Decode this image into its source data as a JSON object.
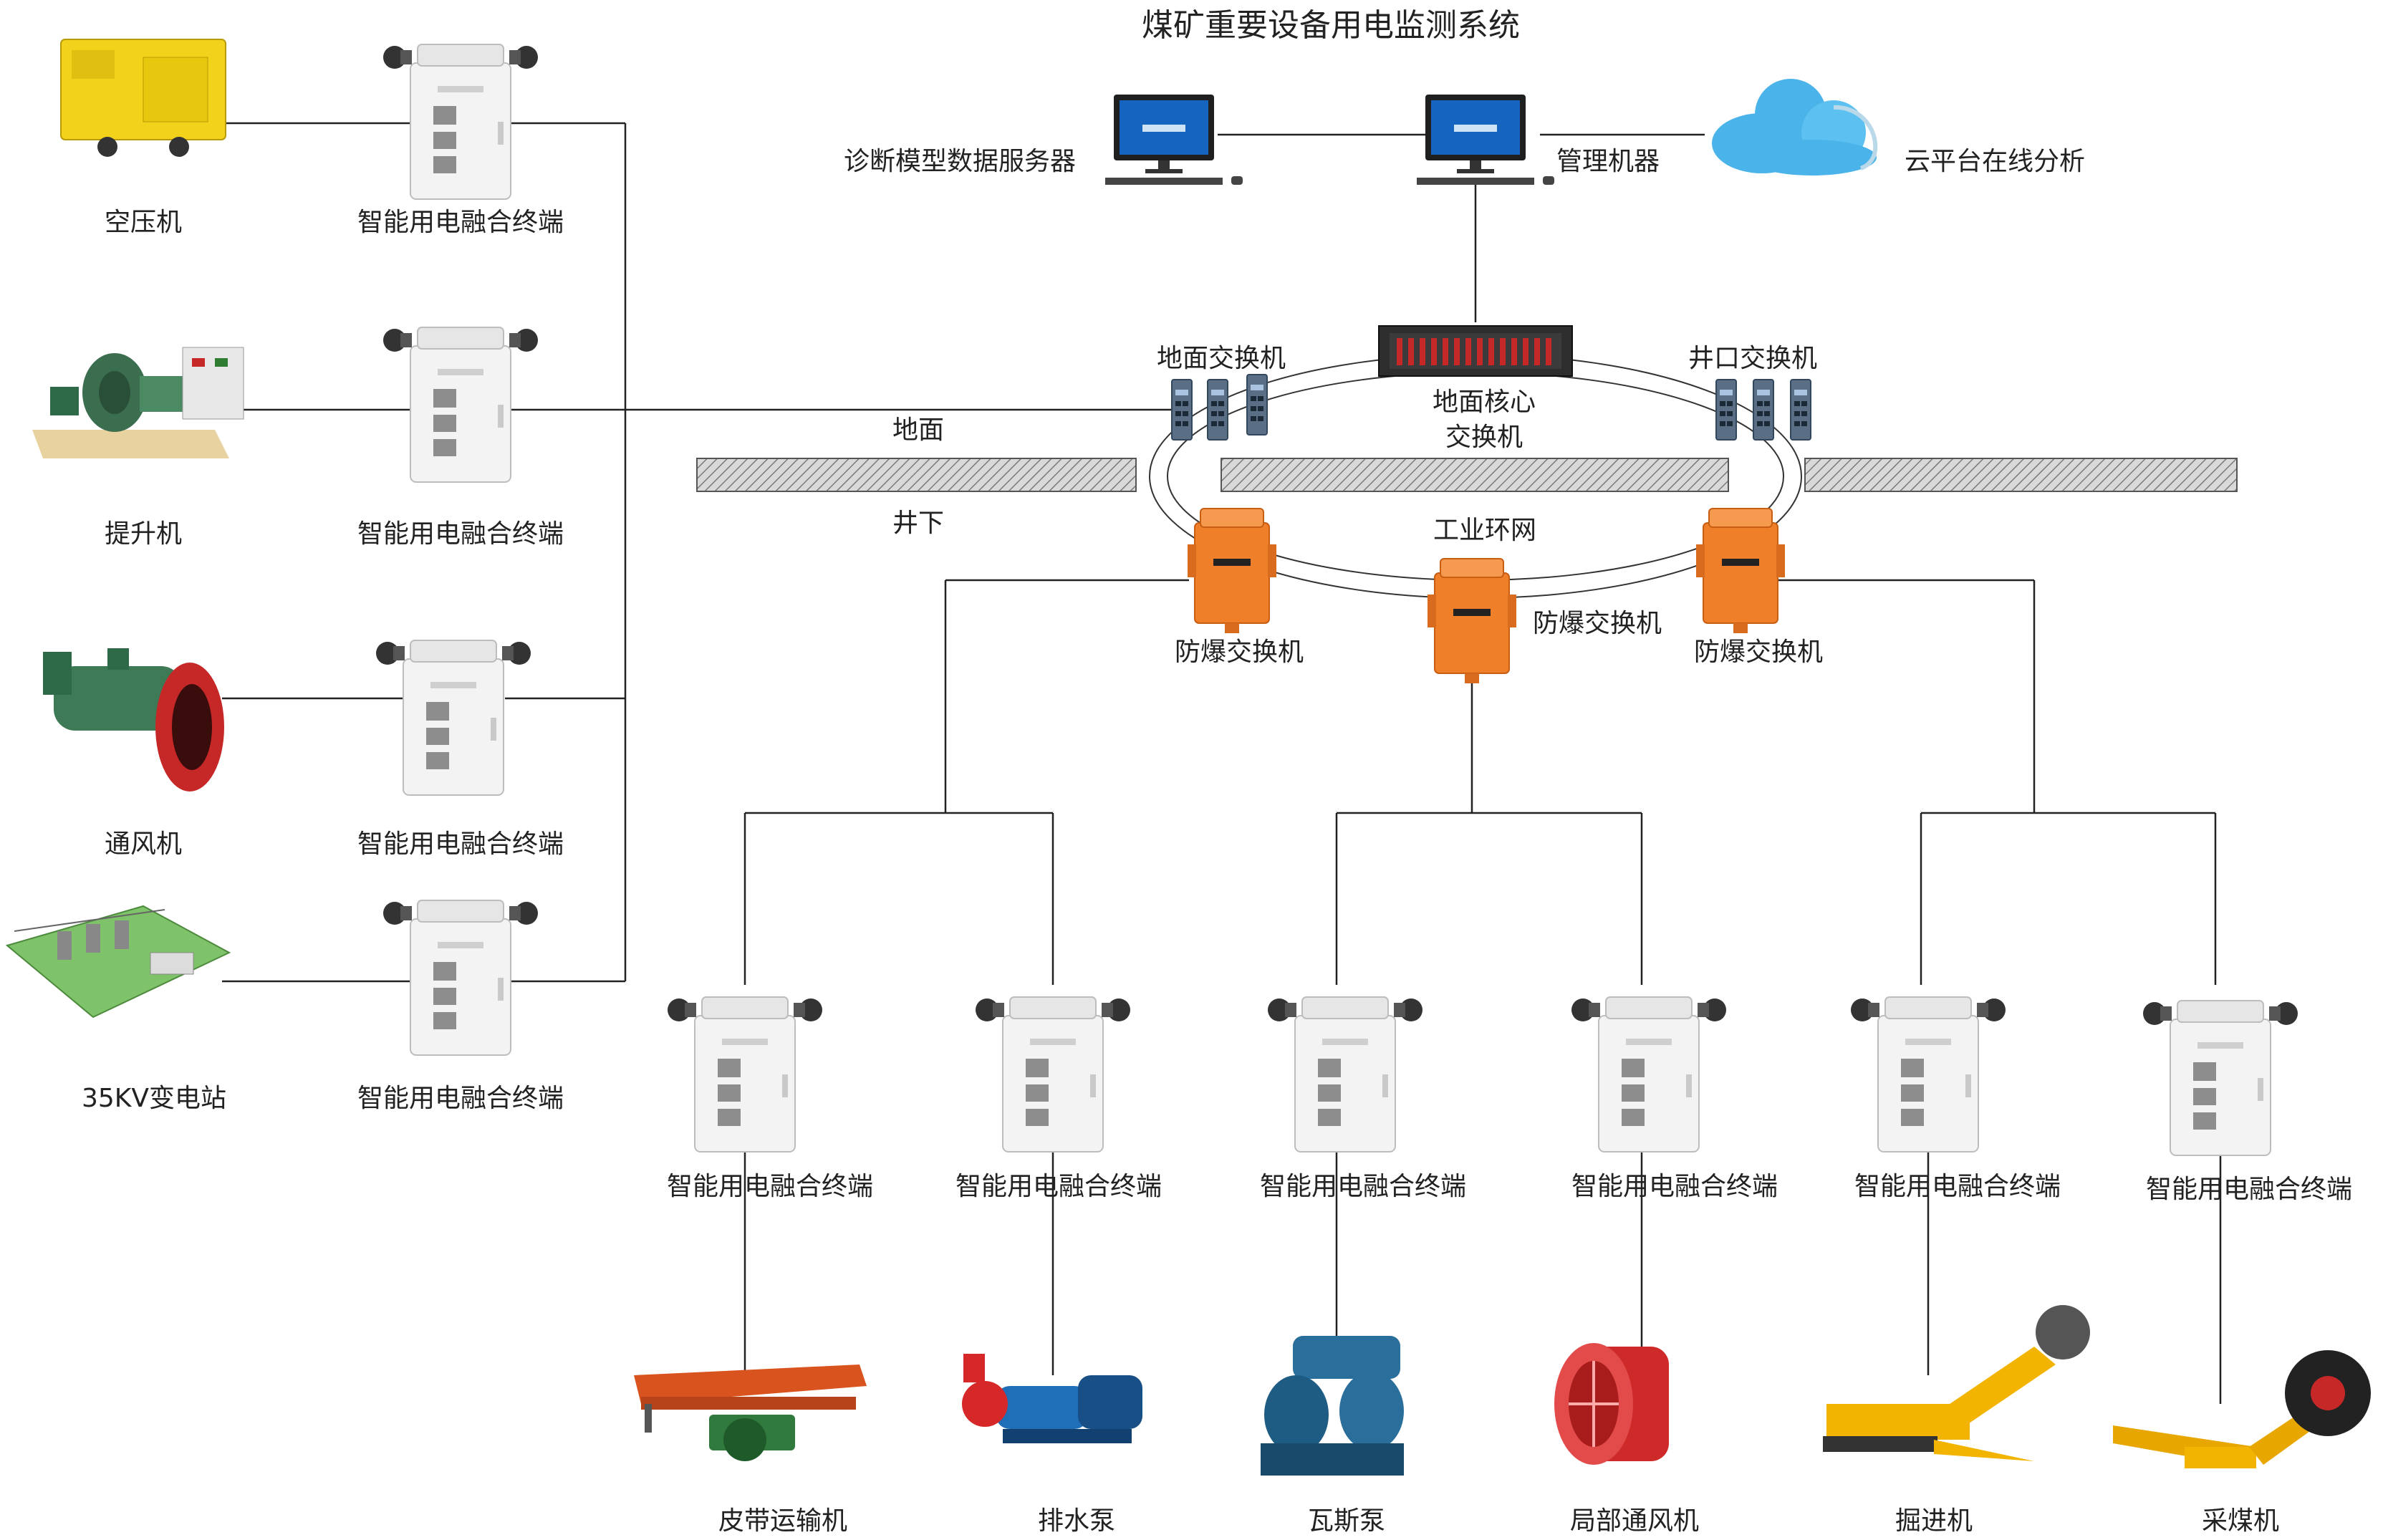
{
  "title": "煤矿重要设备用电监测系统",
  "surface": {
    "servers": [
      {
        "id": "diag",
        "label": "诊断模型数据服务器"
      },
      {
        "id": "mgmt",
        "label": "管理机器"
      }
    ],
    "cloud": {
      "label": "云平台在线分析"
    },
    "core_switch": {
      "label_line1": "地面核心",
      "label_line2": "交换机"
    },
    "ground_switch": {
      "label": "地面交换机"
    },
    "shaft_switch": {
      "label": "井口交换机"
    },
    "ground_label": "地面",
    "underground_label": "井下",
    "ring_label": "工业环网"
  },
  "left_devices": [
    {
      "label": "空压机",
      "terminal": "智能用电融合终端"
    },
    {
      "label": "提升机",
      "terminal": "智能用电融合终端"
    },
    {
      "label": "通风机",
      "terminal": "智能用电融合终端"
    },
    {
      "label": "35KV变电站",
      "terminal": "智能用电融合终端"
    }
  ],
  "explosion_switches": [
    {
      "label": "防爆交换机"
    },
    {
      "label": "防爆交换机"
    },
    {
      "label": "防爆交换机"
    }
  ],
  "bottom_devices": [
    {
      "label": "皮带运输机",
      "terminal": "智能用电融合终端"
    },
    {
      "label": "排水泵",
      "terminal": "智能用电融合终端"
    },
    {
      "label": "瓦斯泵",
      "terminal": "智能用电融合终端"
    },
    {
      "label": "局部通风机",
      "terminal": "智能用电融合终端"
    },
    {
      "label": "掘进机",
      "terminal": "智能用电融合终端"
    },
    {
      "label": "采煤机",
      "terminal": "智能用电融合终端"
    }
  ],
  "colors": {
    "line": "#222222",
    "explosion_switch": "#f07f2a",
    "terminal_body": "#eeeeee",
    "cloud": "#4ab3ea",
    "monitor": "#1565c0",
    "hatch": "#888888"
  }
}
